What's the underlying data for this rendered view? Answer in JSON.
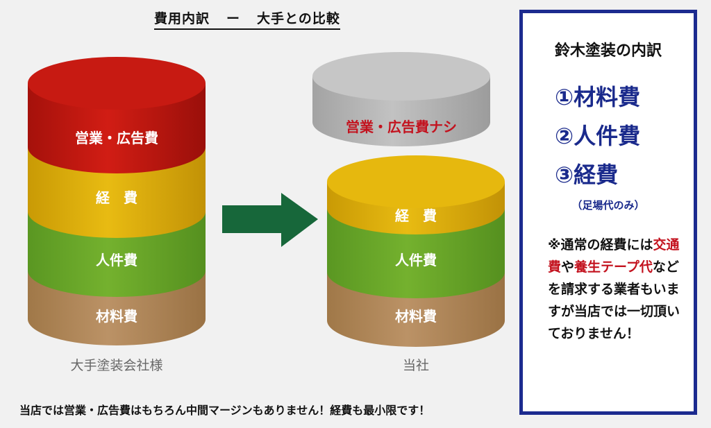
{
  "title": {
    "left": "費用内訳",
    "dash": "ー",
    "right": "大手との比較"
  },
  "left_cylinder": {
    "company": "大手塗装会社様",
    "layers": [
      "営業・広告費",
      "経　費",
      "人件費",
      "材料費"
    ]
  },
  "right_cylinder": {
    "company": "当社",
    "floating_label": "営業・広告費ナシ",
    "layers": [
      "経　費",
      "人件費",
      "材料費"
    ]
  },
  "bottom_note": "当店では営業・広告費はもちろん中間マージンもありません！経費も最小限です！",
  "panel": {
    "title": "鈴木塗装の内訳",
    "items": [
      "①材料費",
      "②人件費",
      "③経費"
    ],
    "sub": "（足場代のみ）",
    "note": {
      "p1": "※通常の経費には",
      "r1": "交通費",
      "p2": "や",
      "r2": "養生テープ代",
      "p3": "などを請求する業者もいますが当店では一切頂いておりません！"
    }
  },
  "colors": {
    "sales_red": "#c41a12",
    "expense_yellow": "#e2b40a",
    "labor_green": "#6eab2b",
    "material_tan": "#b48a5e",
    "removed_gray": "#b4b4b4",
    "arrow_green": "#17673a",
    "panel_blue": "#1c2b8f",
    "highlight_red": "#c3121e"
  }
}
